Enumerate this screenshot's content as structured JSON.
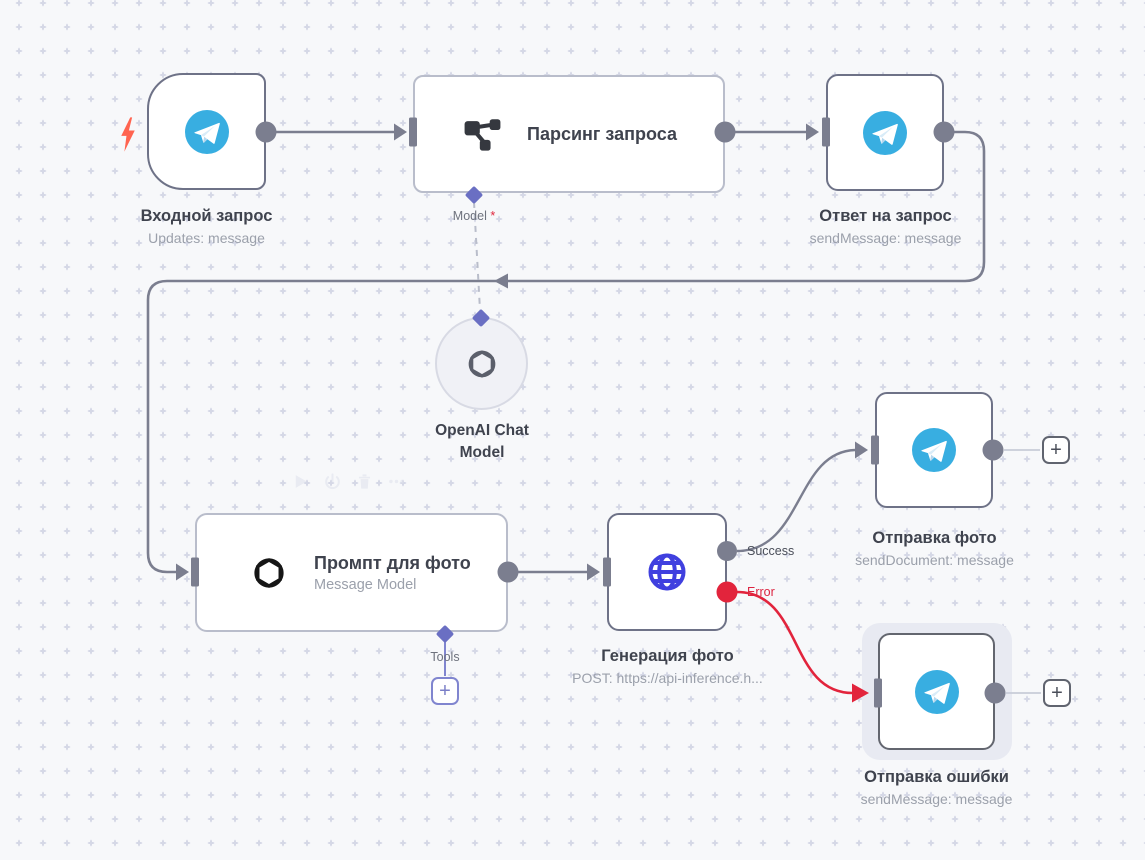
{
  "nodes": {
    "trigger": {
      "title": "Входной запрос",
      "subtitle": "Updates: message",
      "icon": "telegram-icon",
      "type": "trigger"
    },
    "parser": {
      "title": "Парсинг запроса",
      "icon": "graph-icon"
    },
    "reply": {
      "title": "Ответ на запрос",
      "subtitle": "sendMessage: message",
      "icon": "telegram-icon"
    },
    "openai_model": {
      "title": "OpenAI Chat Model",
      "icon": "openai-icon"
    },
    "prompt": {
      "title": "Промпт для фото",
      "subtitle": "Message Model",
      "icon": "openai-icon"
    },
    "http": {
      "title": "Генерация фото",
      "subtitle": "POST: https://api-inference.h...",
      "icon": "globe-icon"
    },
    "send_photo": {
      "title": "Отправка фото",
      "subtitle": "sendDocument: message",
      "icon": "telegram-icon"
    },
    "send_error": {
      "title": "Отправка ошибки",
      "subtitle": "sendMessage: message",
      "icon": "telegram-icon",
      "selected": true
    }
  },
  "labels": {
    "success": "Success",
    "error": "Error",
    "model": "Model",
    "required": "*",
    "tools": "Tools",
    "plus": "+"
  },
  "colors": {
    "canvas_bg": "#f7f8fa",
    "grid_dot": "#d5d8e6",
    "node_border": "#6e7287",
    "light_node_border": "#b9bdcb",
    "wire": "#7b7e8f",
    "error_red": "#e2243c",
    "connector_indigo": "#6a6fc3",
    "telegram_blue": "#38aee1",
    "globe_blue": "#4040df",
    "bolt_red": "#ff6450",
    "title_text": "#3f434e",
    "subtitle_text": "#9ba0ab",
    "selection_halo": "#e8eaf2"
  }
}
